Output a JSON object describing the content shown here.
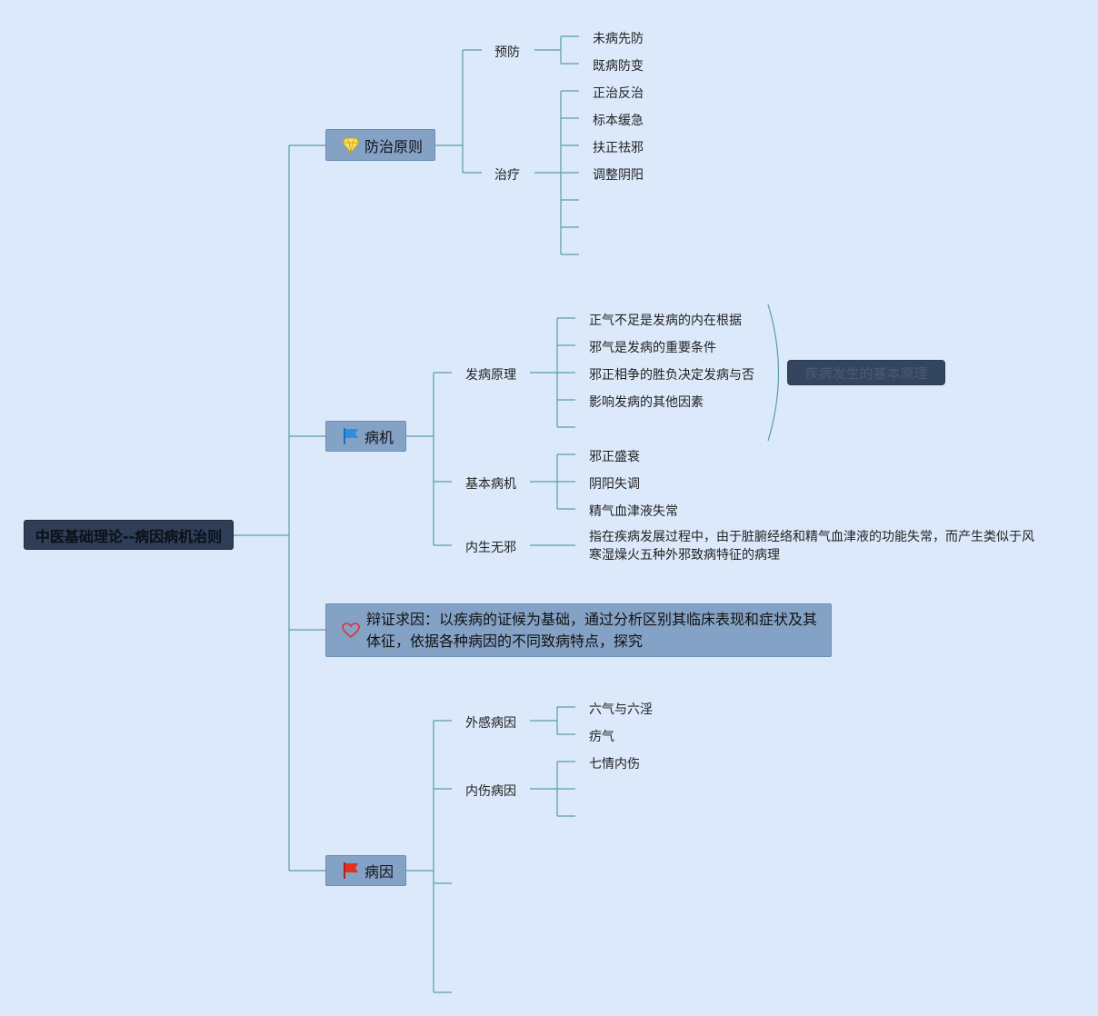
{
  "colors": {
    "background": "#dbe9fb",
    "connector": "#5a9ea6",
    "root_fill": "#2f3e57",
    "main_fill": "#84a2c6",
    "summary_fill": "#34465f"
  },
  "root": {
    "label": "中医基础理论--病因病机治则"
  },
  "prevention": {
    "label": "防治原则",
    "icon": "diamond-icon",
    "yufang": {
      "label": "预防",
      "items": [
        "未病先防",
        "既病防变"
      ]
    },
    "zhiliao": {
      "label": "治疗",
      "items": [
        "正治反治",
        "标本缓急",
        "扶正祛邪",
        "调整阴阳",
        "",
        "",
        ""
      ]
    }
  },
  "pathogenesis": {
    "label": "病机",
    "icon": "flag-icon",
    "fabing": {
      "label": "发病原理",
      "items": [
        "正气不足是发病的内在根据",
        "邪气是发病的重要条件",
        "邪正相争的胜负决定发病与否",
        "影响发病的其他因素",
        ""
      ],
      "summary": "疾病发生的基本原理"
    },
    "jiben": {
      "label": "基本病机",
      "items": [
        "邪正盛衰",
        "阴阳失调",
        "精气血津液失常"
      ]
    },
    "neisheng": {
      "label": "内生无邪",
      "description": "指在疾病发展过程中，由于脏腑经络和精气血津液的功能失常，而产生类似于风寒湿燥火五种外邪致病特征的病理"
    }
  },
  "diagnosis": {
    "icon": "heart-icon",
    "label": "辩证求因：以疾病的证候为基础，通过分析区别其临床表现和症状及其体征，依据各种病因的不同致病特点，探究"
  },
  "etiology": {
    "label": "病因",
    "icon": "flag-icon",
    "waigan": {
      "label": "外感病因",
      "items": [
        "六气与六淫",
        "疠气"
      ]
    },
    "neishang": {
      "label": "内伤病因",
      "items": [
        "七情内伤",
        "",
        ""
      ]
    }
  }
}
